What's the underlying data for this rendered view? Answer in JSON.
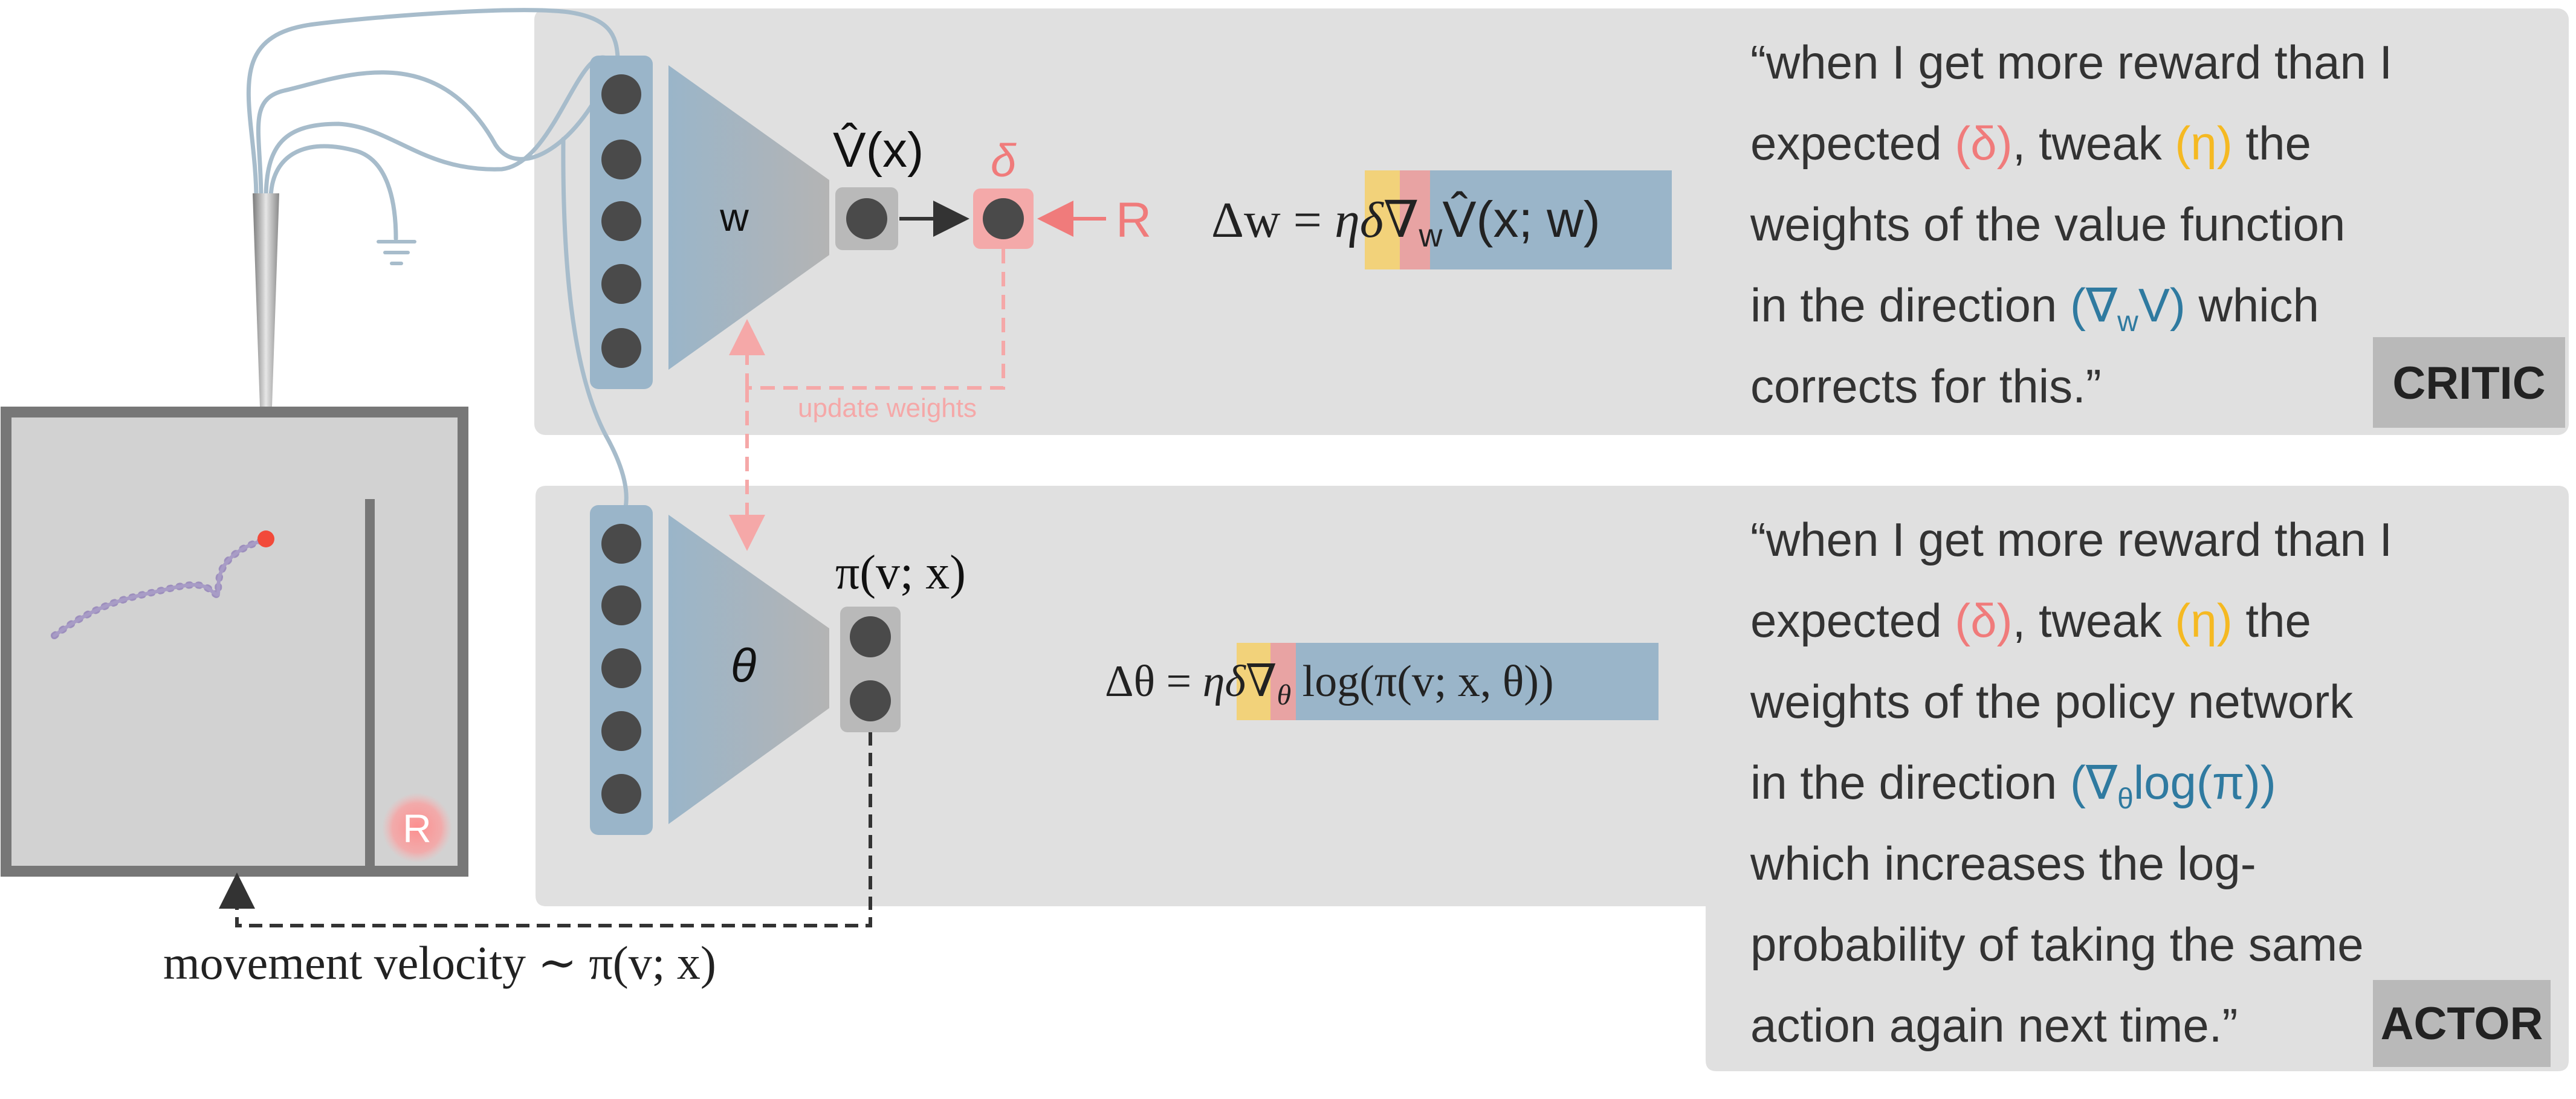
{
  "critic": {
    "weight_label": "w",
    "value_label": "V̂(x)",
    "delta_label": "δ",
    "reward_label": "R",
    "update_label": "update weights",
    "equation": {
      "lhs": "Δw = ",
      "eta": "η",
      "delta": "δ",
      "grad": "∇",
      "grad_sub": "w",
      "grad_rest": "V̂(x; w)"
    },
    "quote_lines": [
      "“when I get more reward than I",
      "expected ",
      "weights of the value function",
      "in the direction ",
      "corrects for this.”"
    ],
    "quote_delta": "(δ)",
    "quote_tweak": ", tweak ",
    "quote_eta": "(η)",
    "quote_the": " the",
    "quote_grad": "(∇",
    "quote_grad_sub": "w",
    "quote_grad_end": "V)",
    "quote_which": " which",
    "tag": "CRITIC"
  },
  "actor": {
    "weight_label": "θ",
    "policy_label": "π(v; x)",
    "equation": {
      "lhs": "Δθ = ",
      "eta": "η",
      "delta": "δ",
      "grad": "∇",
      "grad_sub": "θ",
      "grad_rest": " log(π(v; x, θ))"
    },
    "quote_lines": [
      "“when I get more reward than I",
      "expected ",
      "weights of the policy network",
      "in the direction ",
      "which increases the log-",
      "probability of taking the same",
      "action again next time.”"
    ],
    "quote_delta": "(δ)",
    "quote_tweak": ", tweak ",
    "quote_eta": "(η)",
    "quote_the": " the",
    "quote_grad": "(∇",
    "quote_grad_sub": "θ",
    "quote_grad_end": "log(π))",
    "tag": "ACTOR"
  },
  "arena": {
    "reward_label": "R",
    "movement_label": "movement velocity ∼ π(v; x)"
  },
  "colors": {
    "panel": "#e0e0e0",
    "network": "#9ab5c9",
    "node": "#4a4a4a",
    "delta": "#f07b7b",
    "eta": "#f5b922",
    "grad": "#2f7aa0",
    "tag": "#b9b9b9"
  }
}
